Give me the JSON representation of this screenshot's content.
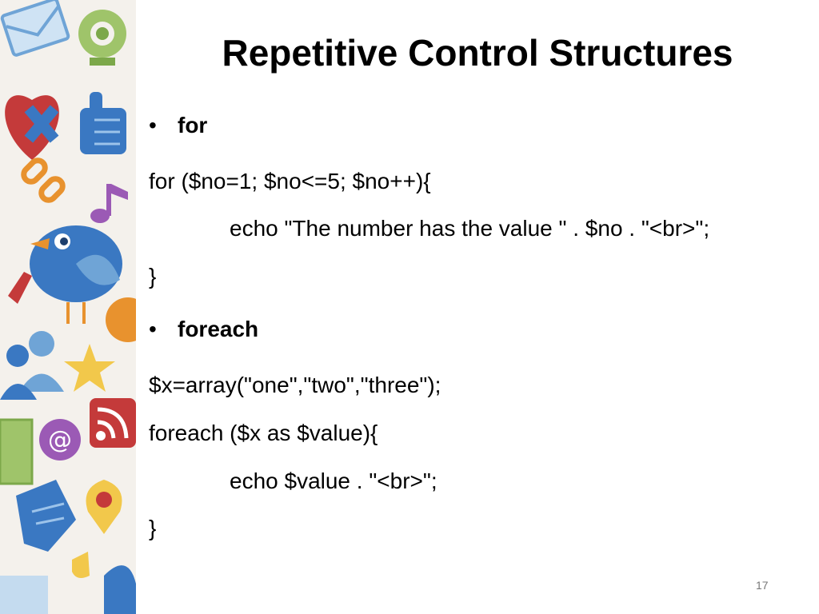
{
  "slide": {
    "title": "Repetitive Control Structures",
    "page_number": "17",
    "sections": [
      {
        "bullet": "•",
        "heading": "for",
        "code": [
          "for ($no=1; $no<=5; $no++){",
          "echo \"The number has the value \" . $no . \"<br>\";",
          "}"
        ]
      },
      {
        "bullet": "•",
        "heading": "foreach",
        "code": [
          "$x=array(\"one\",\"two\",\"three\");",
          "foreach ($x as $value){",
          "echo $value . \"<br>\";",
          "}"
        ]
      }
    ]
  },
  "decoration": {
    "icons": [
      "envelope-icon",
      "webcam-icon",
      "heart-icon",
      "thumbs-up-icon",
      "chain-link-icon",
      "music-note-icon",
      "bird-icon",
      "star-icon",
      "users-icon",
      "at-sign-icon",
      "rss-icon",
      "location-pin-icon"
    ],
    "colors": {
      "blue": "#3a78c2",
      "red": "#c43a3a",
      "green": "#7ca84a",
      "orange": "#e8922e",
      "purple": "#9b5ab5",
      "yellow": "#f2c84b"
    }
  }
}
